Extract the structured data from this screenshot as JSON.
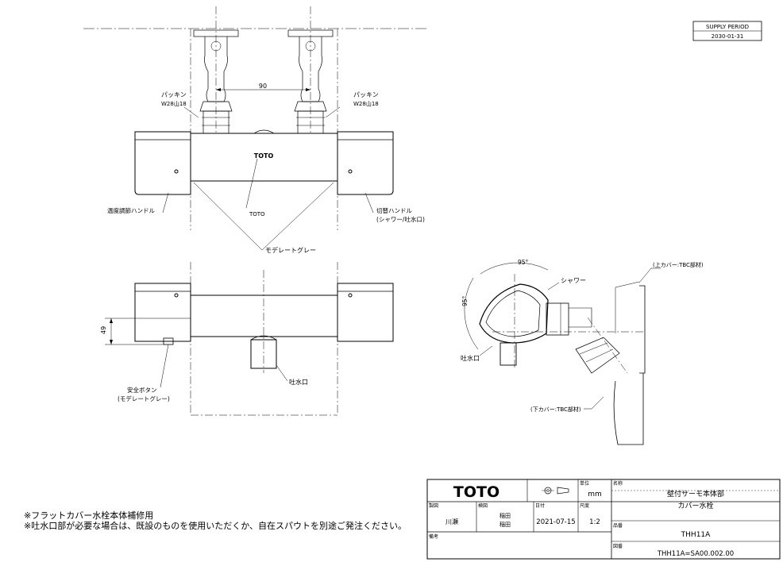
{
  "supply": {
    "label": "SUPPLY PERIOD",
    "date": "2030-01-31"
  },
  "front_view": {
    "dimension_90": "90",
    "packing_left": "パッキン",
    "packing_left_spec": "W28山18",
    "packing_right": "パッキン",
    "packing_right_spec": "W28山18",
    "logo_text": "TOTO",
    "callout_toto": "TOTO",
    "temp_handle": "温度調節ハンドル",
    "switch_handle": "切替ハンドル",
    "switch_handle_sub": "(シャワー/吐水口)",
    "moderate_gray": "モデレートグレー"
  },
  "bottom_view": {
    "dimension_49": "49",
    "spout": "吐水口",
    "safety_button": "安全ボタン",
    "safety_button_sub": "(モデレートグレー)"
  },
  "side_view": {
    "angle_95_top": "95°",
    "angle_95_side": "95°",
    "shower": "シャワー",
    "spout": "吐水口",
    "upper_cover": "(上カバー:TBC部材)",
    "lower_cover": "(下カバー:TBC部材)"
  },
  "notes": [
    "※フラットカバー水栓本体補修用",
    "※吐水口部が必要な場合は、既設のものを使用いただくか、自在スパウトを別途ご発注ください。"
  ],
  "title_block": {
    "brand": "TOTO",
    "unit_label": "単位",
    "unit_value": "mm",
    "name_label": "名称",
    "name_line1": "壁付サーモ本体部",
    "name_line2": "カバー水栓",
    "drawn_label": "製図",
    "drawn_value": "川瀬",
    "check_label": "検図",
    "check_value1": "稲田",
    "check_value2": "稲田",
    "date_label": "日付",
    "date_value": "2021-07-15",
    "scale_label": "尺度",
    "scale_value": "1:2",
    "part_label": "品番",
    "part_value": "THH11A",
    "remarks_label": "備考",
    "drawing_no_label": "図番",
    "drawing_no_value": "THH11A=SA00.002.00"
  }
}
